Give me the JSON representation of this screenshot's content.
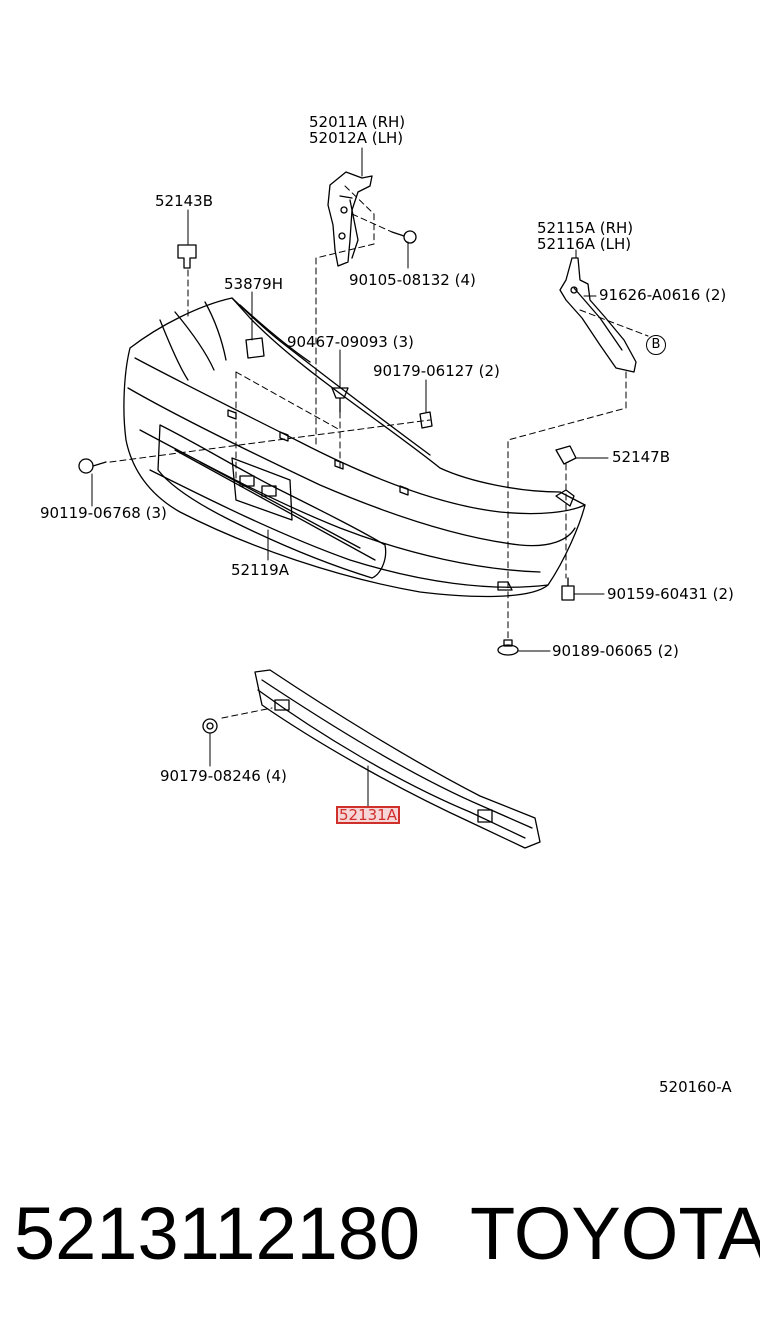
{
  "labels": {
    "bracket_rh": "52011A (RH)",
    "bracket_lh": "52012A (LH)",
    "bolt_90105": "90105-08132 (4)",
    "clip_52143": "52143B",
    "clip_53879": "53879H",
    "rivet_90467": "90467-09093 (3)",
    "nut_90179_06127": "90179-06127 (2)",
    "stay_rh": "52115A (RH)",
    "stay_lh": "52116A (LH)",
    "bolt_91626": "91626-A0616 (2)",
    "ref_b": "B",
    "retainer_52147": "52147B",
    "bolt_90119": "90119-06768 (3)",
    "cover_52119": "52119A",
    "screw_90159": "90159-60431 (2)",
    "clip_90189": "90189-06065 (2)",
    "nut_90179_08246": "90179-08246 (4)",
    "reinforcement_52131": "52131A",
    "diagram_code": "520160-A"
  },
  "footer": {
    "part_number": "5213112180",
    "brand": "TOYOTA"
  },
  "colors": {
    "line": "#000000",
    "highlight": "#d0302c",
    "highlight_fill": "#f6d6d6"
  }
}
